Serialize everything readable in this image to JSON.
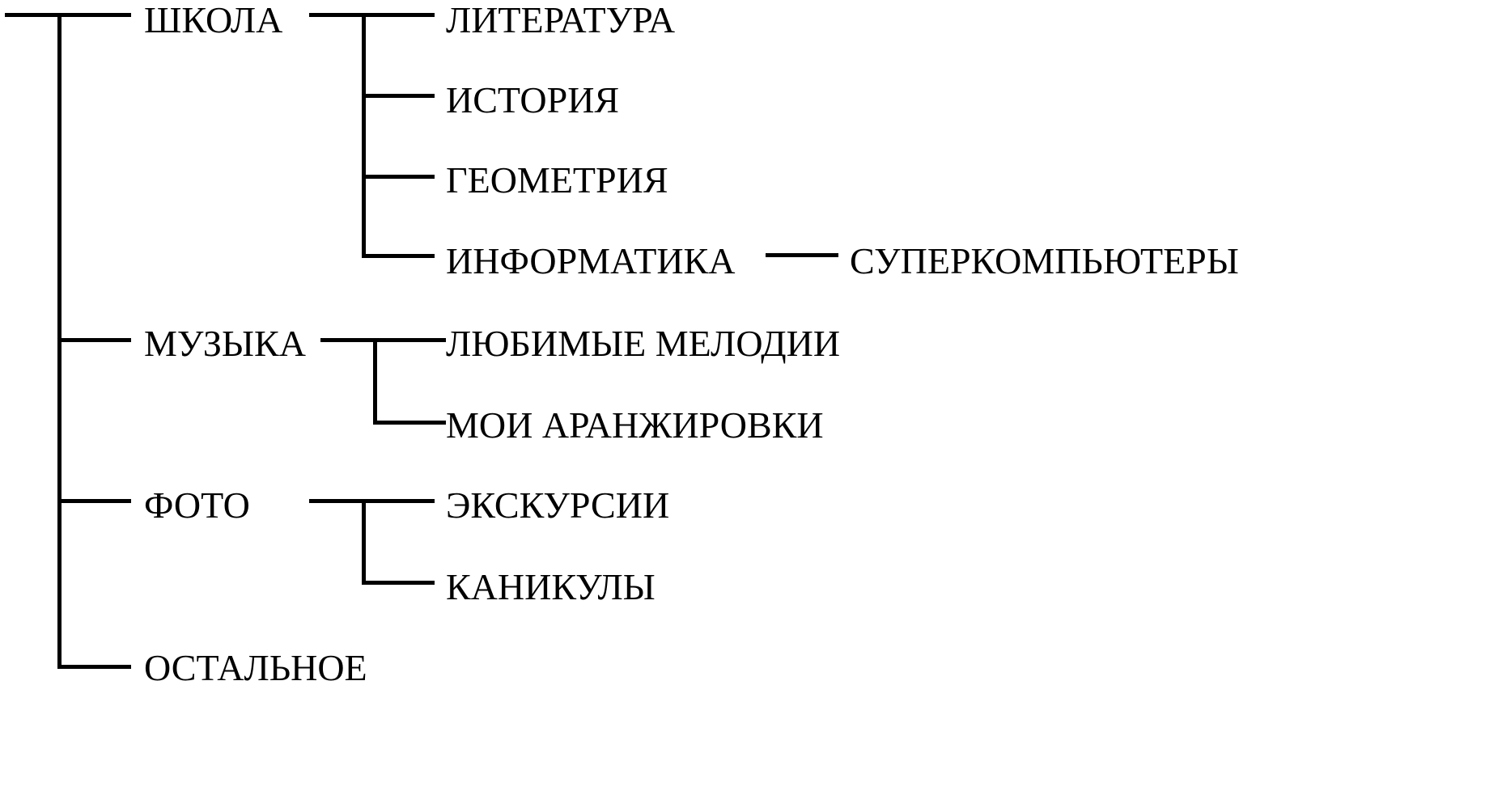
{
  "tree": {
    "root": {
      "children": [
        {
          "label": "ШКОЛА",
          "children": [
            {
              "label": "ЛИТЕРАТУРА"
            },
            {
              "label": "ИСТОРИЯ"
            },
            {
              "label": "ГЕОМЕТРИЯ"
            },
            {
              "label": "ИНФОРМАТИКА",
              "children": [
                {
                  "label": "СУПЕРКОМПЬЮТЕРЫ"
                }
              ]
            }
          ]
        },
        {
          "label": "МУЗЫКА",
          "children": [
            {
              "label": "ЛЮБИМЫЕ МЕЛОДИИ"
            },
            {
              "label": "МОИ АРАНЖИРОВКИ"
            }
          ]
        },
        {
          "label": "ФОТО",
          "children": [
            {
              "label": "ЭКСКУРСИИ"
            },
            {
              "label": "КАНИКУЛЫ"
            }
          ]
        },
        {
          "label": "ОСТАЛЬНОЕ"
        }
      ]
    }
  },
  "style": {
    "line_color": "#000000",
    "text_color": "#000000",
    "background": "#ffffff"
  }
}
